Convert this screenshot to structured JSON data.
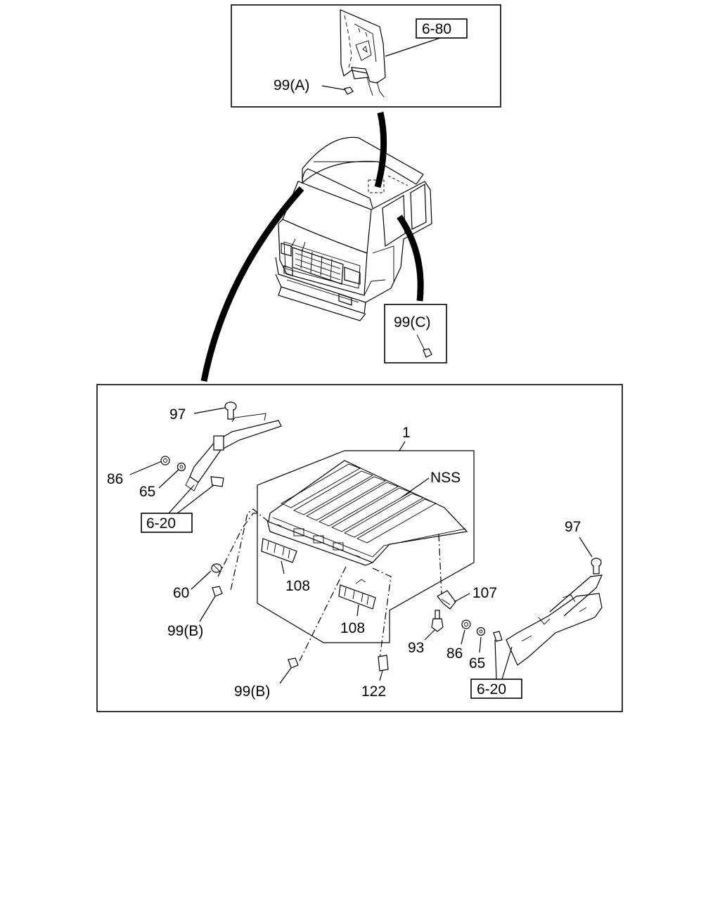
{
  "top_inset": {
    "ref_label": "6-80",
    "part_label": "99(A)"
  },
  "cab_callout": {
    "part_label": "99(C)"
  },
  "main_detail": {
    "labels": {
      "roof_panel": "1",
      "nss": "NSS",
      "bolt_left": "97",
      "washer_86_left": "86",
      "washer_65_left": "65",
      "ref_left": "6-20",
      "plug_60": "60",
      "clip_99b_left": "99(B)",
      "bracket_108_upper": "108",
      "bracket_108_lower": "108",
      "clip_99b_bottom": "99(B)",
      "part_122": "122",
      "bolt_93": "93",
      "washer_86_right": "86",
      "washer_65_right": "65",
      "clip_107": "107",
      "bolt_right": "97",
      "ref_right": "6-20"
    }
  }
}
